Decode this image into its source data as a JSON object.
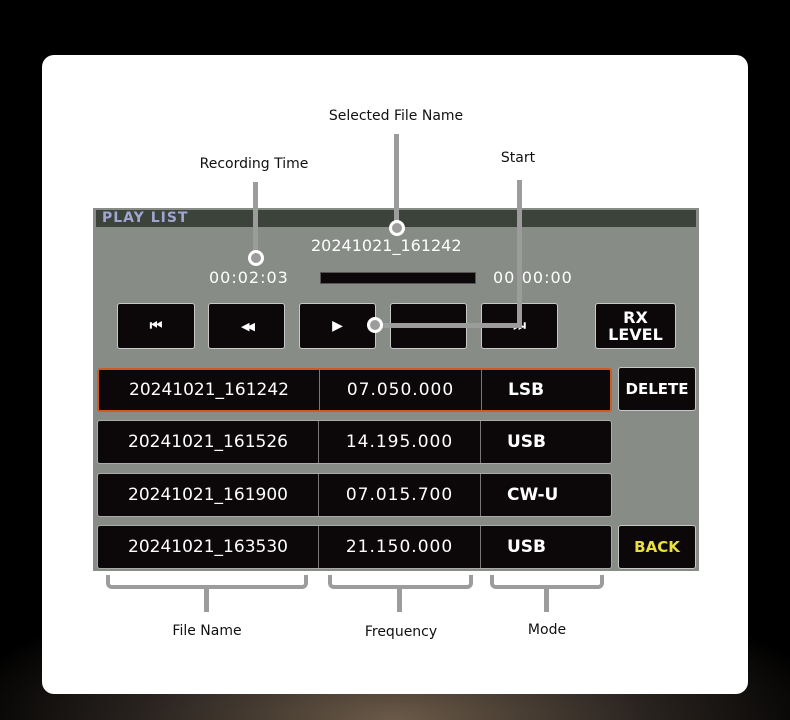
{
  "callouts": {
    "selected_file_name": "Selected File Name",
    "recording_time": "Recording Time",
    "start": "Start",
    "file_name": "File Name",
    "frequency": "Frequency",
    "mode": "Mode"
  },
  "screen": {
    "title": "PLAY LIST",
    "selected_file": "20241021_161242",
    "elapsed": "00:02:03",
    "position": "00:00:00",
    "progress": 0,
    "controls": {
      "first": "⏮",
      "rewind": "◀◀",
      "play": "▶",
      "stop": "",
      "last": "⏭",
      "rx_level": "RX\nLEVEL"
    },
    "files": [
      {
        "name": "20241021_161242",
        "freq": "07.050.000",
        "mode": "LSB",
        "selected": true
      },
      {
        "name": "20241021_161526",
        "freq": "14.195.000",
        "mode": "USB"
      },
      {
        "name": "20241021_161900",
        "freq": "07.015.700",
        "mode": "CW-U"
      },
      {
        "name": "20241021_163530",
        "freq": "21.150.000",
        "mode": "USB"
      }
    ],
    "delete_label": "DELETE",
    "back_label": "BACK",
    "back_color": "#e8e040",
    "selected_border": "#d05a20"
  }
}
